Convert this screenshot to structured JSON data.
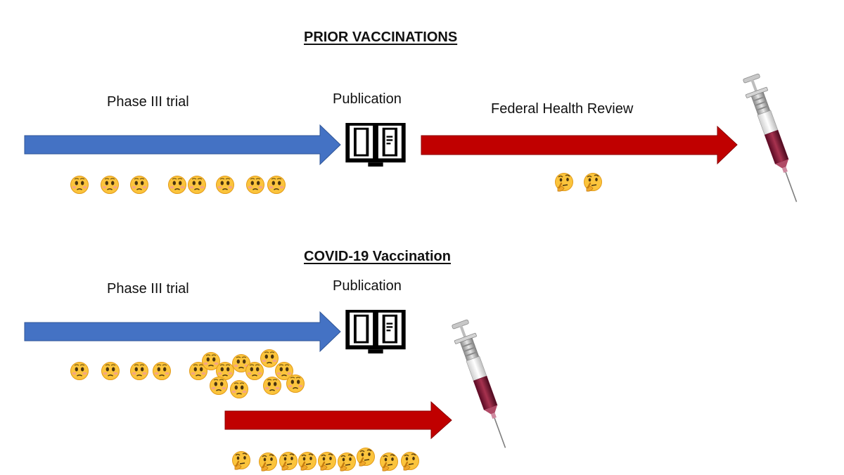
{
  "top_section": {
    "heading": "PRIOR VACCINATIONS",
    "phase_label": "Phase III trial",
    "publication_label": "Publication",
    "review_label": "Federal Health Review",
    "arrow_colors": {
      "trial": "#4472c4",
      "review": "#c00000"
    },
    "icons": {
      "publication": "open-book-icon",
      "vaccine": "syringe-icon"
    }
  },
  "bottom_section": {
    "heading": "COVID-19 Vaccination",
    "phase_label": "Phase III trial",
    "publication_label": "Publication",
    "arrow_colors": {
      "trial": "#4472c4",
      "review": "#c00000"
    },
    "icons": {
      "publication": "open-book-icon",
      "vaccine": "syringe-icon"
    }
  },
  "emoji_icons": {
    "worried_face": "worried-face-emoji",
    "thinking_face": "thinking-face-emoji"
  }
}
